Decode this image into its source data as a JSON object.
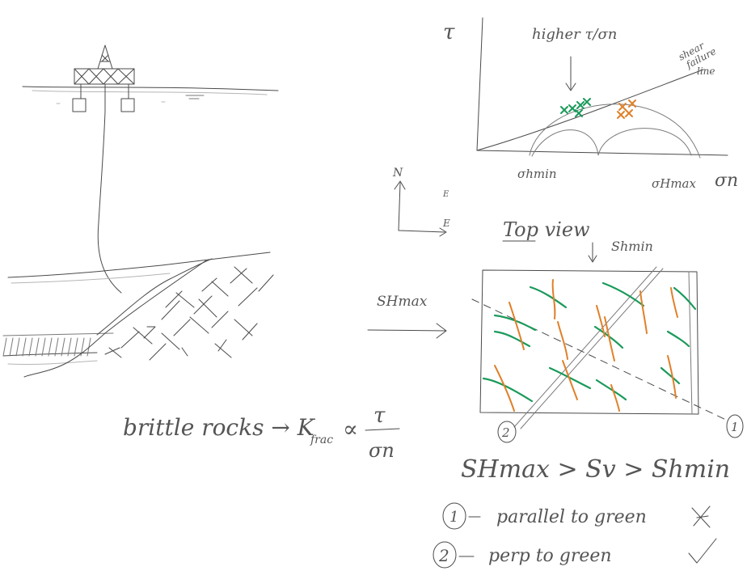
{
  "colors": {
    "ink": "#4a4a4a",
    "green_fracture": "#1a9a5a",
    "orange_fracture": "#e0802a"
  },
  "mohr_plot": {
    "y_axis_label": "τ",
    "x_axis_label": "σn",
    "peak_label": "higher τ/σn",
    "failure_line_label": [
      "shear",
      "failure",
      "line"
    ],
    "tick_labels": [
      "σhmin",
      "σHmax"
    ]
  },
  "compass": {
    "north": "N",
    "east": "E"
  },
  "top_view": {
    "title": "Top view",
    "shmin_label": "Shmin",
    "shmax_arrow_label": "SHmax",
    "well_1_marker": "1",
    "well_2_marker": "2"
  },
  "stress_relation": "SHmax > Sv > Shmin",
  "formula": {
    "prefix": "brittle rocks → K",
    "subscript": "frac",
    "relation": "∝",
    "numerator": "τ",
    "denominator": "σn"
  },
  "legend": [
    {
      "marker": "1",
      "text": "parallel to green",
      "verdict_icon": "x-mark-icon"
    },
    {
      "marker": "2",
      "text": "perp to green",
      "verdict_icon": "check-mark-icon"
    }
  ]
}
